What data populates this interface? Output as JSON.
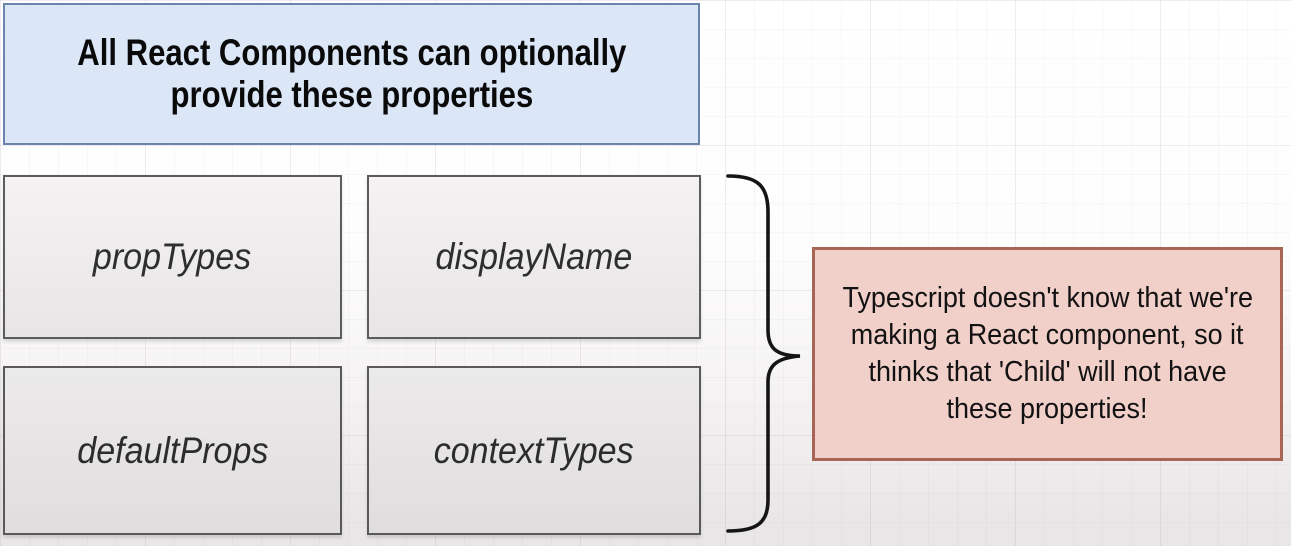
{
  "header_box": {
    "lines": [
      "All React Components can optionally",
      "provide these properties"
    ]
  },
  "property_boxes": [
    {
      "label": "propTypes"
    },
    {
      "label": "displayName"
    },
    {
      "label": "defaultProps"
    },
    {
      "label": "contextTypes"
    }
  ],
  "brace": {
    "icon": "right-curly-brace-icon"
  },
  "note_box": {
    "lines": [
      "Typescript doesn't know that we're",
      "making a React component, so it",
      "thinks that 'Child' will not have",
      "these properties!"
    ]
  },
  "colors": {
    "header_fill": "#dbe6f7",
    "header_border": "#6c84ab",
    "header_text": "#0a0a0a",
    "prop_fill_top": "#f4f2f3",
    "prop_fill_bottom": "#e7e5e6",
    "prop_border": "#5c5c5c",
    "prop_text": "#2e2e2e",
    "note_fill": "#f2d0ca",
    "note_border": "#a86455",
    "note_text": "#121212",
    "brace": "#151515",
    "canvas_bottom": "#e8e6e7"
  }
}
